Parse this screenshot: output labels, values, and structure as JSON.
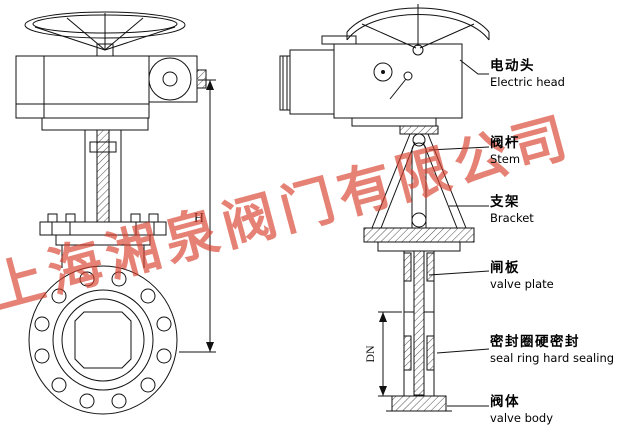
{
  "watermark": {
    "text": "上海湘泉阀门有限公司",
    "color": "#d8402c"
  },
  "dimensions": {
    "height_label": "H",
    "diameter_label": "DN"
  },
  "callouts": [
    {
      "zh": "电动头",
      "en": "Electric head"
    },
    {
      "zh": "阀杆",
      "en": "Stem"
    },
    {
      "zh": "支架",
      "en": "Bracket"
    },
    {
      "zh": "闸板",
      "en": "valve plate"
    },
    {
      "zh": "密封圈硬密封",
      "en": "seal ring hard sealing"
    },
    {
      "zh": "阀体",
      "en": "valve body"
    }
  ]
}
